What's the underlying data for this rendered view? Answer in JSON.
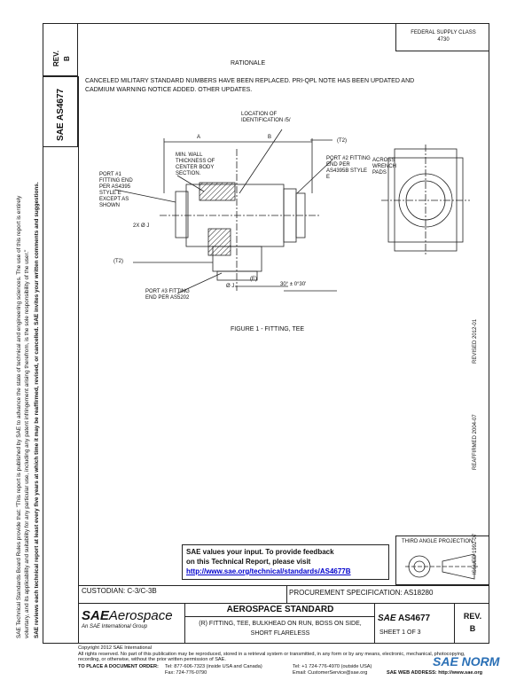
{
  "header": {
    "rev_label": "REV.",
    "rev_value": "B",
    "doc_number": "AS4677",
    "sae_mark": "SAE",
    "fed_supply": "FEDERAL SUPPLY CLASS",
    "fed_supply_num": "4730"
  },
  "left_notice": {
    "line1": "SAE Technical Standards Board Rules provide that: \"This report is published by SAE to advance the state of technical and engineering sciences. The use of this report is entirely",
    "line2": "voluntary, and its applicability and suitability for any particular use, including any patent infringement arising therefrom, is the sole responsibility of the user.\"",
    "line3": "SAE reviews each technical report at least every five years at which time it may be reaffirmed, revised, or cancelled. SAE invites your written comments and suggestions."
  },
  "right_margin": {
    "issued": "ISSUED 1992-07",
    "reaffirmed": "REAFFIRMED 2004-07",
    "revised": "REVISED 2012-01"
  },
  "rationale": {
    "title": "RATIONALE",
    "text1": "CANCELED MILITARY STANDARD NUMBERS HAVE BEEN REPLACED.  PRI-QPL NOTE HAS BEEN UPDATED AND",
    "text2": "CADMIUM WARNING NOTICE ADDED.  OTHER UPDATES."
  },
  "drawing": {
    "location_id": "LOCATION OF IDENTIFICATION /5/",
    "min_wall": "MIN. WALL THICKNESS OF CENTER BODY SECTION.",
    "port1": "PORT #1 FITTING END PER AS4395 STYLE E EXCEPT AS SHOWN",
    "port2": "PORT #2 FITTING END PER AS4395B STYLE E",
    "port3": "PORT #3 FITTING END PER AS5202",
    "across": "ACROSS WRENCH PADS",
    "dim_a": "A",
    "dim_b": "B",
    "dim_t2_top": "(T2)",
    "dim_t2_left": "(T2)",
    "dim_2j": "2X Ø J",
    "dim_dj": "Ø J",
    "dim_e": "(E)",
    "dim_angle": "30° ± 0°30'",
    "figure_caption": "FIGURE 1 - FITTING, TEE"
  },
  "feedback": {
    "line1": "SAE values your input. To provide feedback",
    "line2": "on this Technical Report, please visit",
    "url": "http://www.sae.org/technical/standards/AS4677B"
  },
  "third_angle": "THIRD ANGLE PROJECTION",
  "custodian": "CUSTODIAN:  C-3/C-3B",
  "procurement": "PROCUREMENT SPECIFICATION:  AS18280",
  "title_block": {
    "logo_sae": "SAE",
    "logo_aero": "Aerospace",
    "logo_sub": "An SAE International Group",
    "standard": "AEROSPACE STANDARD",
    "description1": "(R) FITTING, TEE, BULKHEAD ON RUN, BOSS ON SIDE,",
    "description2": "SHORT FLARELESS",
    "sae_small": "SAE",
    "number": "AS4677",
    "sheet": "SHEET 1 OF 3",
    "rev_label": "REV.",
    "rev_value": "B"
  },
  "footer": {
    "copyright": "Copyright 2012 SAE International",
    "rights": "All rights reserved. No part of this publication may be reproduced, stored in a retrieval system or transmitted, in any form or by any means, electronic, mechanical, photocopying,",
    "rights2": "recording, or otherwise, without the prior written permission of SAE.",
    "order_label": "TO PLACE A DOCUMENT ORDER:",
    "tel1": "Tel:  877-606-7323 (inside USA and Canada)",
    "tel2": "Tel:  +1 724-776-4970 (outside USA)",
    "fax": "Fax:  724-776-0790",
    "email": "Email:  CustomerService@sae.org",
    "web": "SAE WEB ADDRESS:  http://www.sae.org",
    "watermark": "SAE NORM"
  },
  "colors": {
    "link": "#0000cc",
    "watermark": "#2a6fb5"
  }
}
